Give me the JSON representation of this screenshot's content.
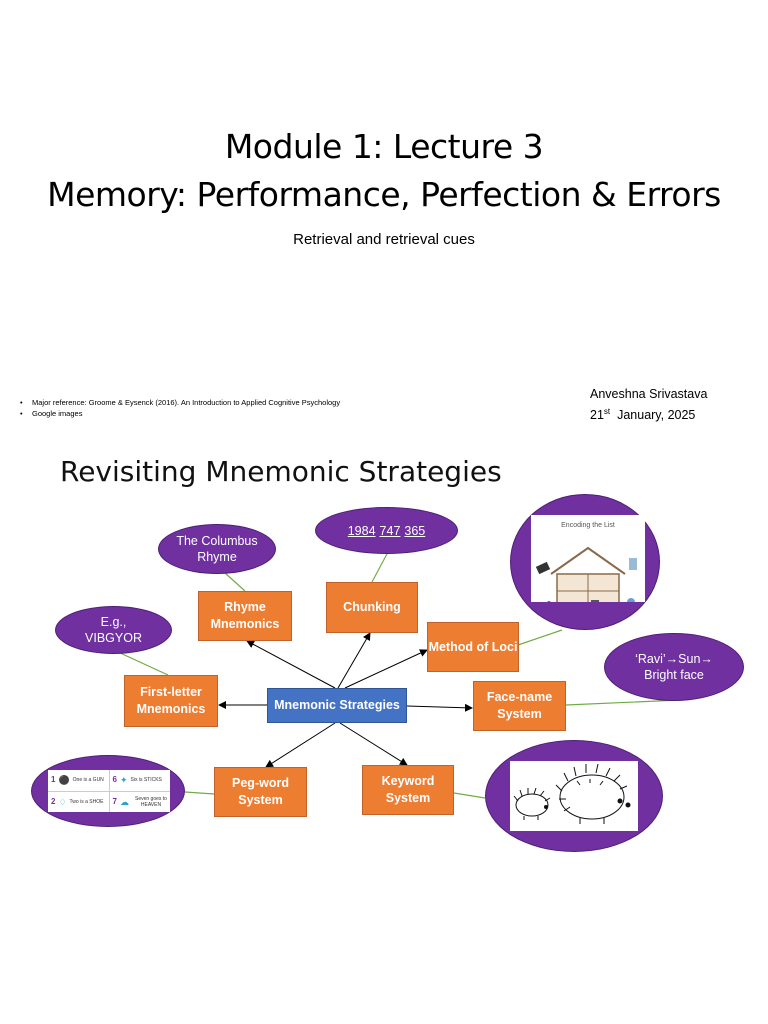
{
  "slide1": {
    "title_line1": "Module 1: Lecture 3",
    "title_line2": "Memory: Performance, Perfection & Errors",
    "subtitle": "Retrieval and retrieval cues",
    "references": [
      "Major reference: Groome & Eysenck (2016). An Introduction to Applied Cognitive Psychology",
      "Google images"
    ],
    "author": "Anveshna Srivastava",
    "date_day": "21",
    "date_suffix": "st",
    "date_rest": "  January, 2025"
  },
  "slide2": {
    "title": "Revisiting Mnemonic Strategies",
    "center": "Mnemonic Strategies",
    "boxes": {
      "rhyme": "Rhyme Mnemonics",
      "chunking": "Chunking",
      "loci": "Method of Loci",
      "first_letter": "First-letter Mnemonics",
      "face_name": "Face-name System",
      "peg_word": "Peg-word System",
      "keyword": "Keyword System"
    },
    "ellipses": {
      "columbus": "The Columbus Rhyme",
      "chunk_numbers": [
        "1984",
        "747",
        "365"
      ],
      "vibgyor_line1": "E.g.,",
      "vibgyor_line2": "VIBGYOR",
      "ravi_line1": "‘Ravi’→Sun→",
      "ravi_line2": "Bright face"
    },
    "loci_image_caption": "Encoding the List",
    "pegword_items": [
      {
        "num": "1",
        "text": "One is a GUN"
      },
      {
        "num": "2",
        "text": "Two is a SHOE"
      },
      {
        "num": "6",
        "text": "Six is STICKS"
      },
      {
        "num": "7",
        "text": "Seven goes to HEAVEN"
      }
    ],
    "colors": {
      "orange": "#ed7d31",
      "blue": "#4472c4",
      "purple": "#7030a0",
      "green_line": "#70ad47"
    }
  }
}
